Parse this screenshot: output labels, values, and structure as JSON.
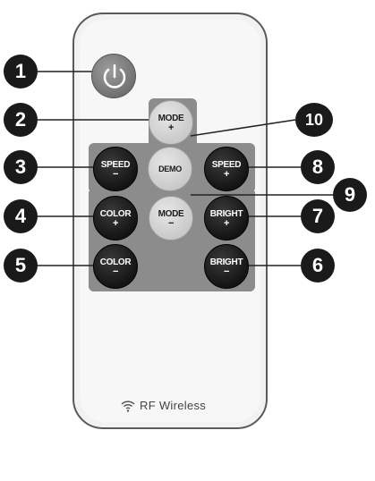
{
  "power_button": {
    "icon": "power-icon"
  },
  "buttons": {
    "mode_plus": {
      "top": "MODE",
      "sub": "+"
    },
    "demo": {
      "label": "DEMO"
    },
    "speed_minus": {
      "top": "SPEED",
      "sub": "−"
    },
    "speed_plus": {
      "top": "SPEED",
      "sub": "+"
    },
    "mode_minus": {
      "top": "MODE",
      "sub": "−"
    },
    "color_plus": {
      "top": "COLOR",
      "sub": "+"
    },
    "color_minus": {
      "top": "COLOR",
      "sub": "−"
    },
    "bright_plus": {
      "top": "BRIGHT",
      "sub": "+"
    },
    "bright_minus": {
      "top": "BRIGHT",
      "sub": "−"
    }
  },
  "callouts": [
    "1",
    "2",
    "3",
    "4",
    "5",
    "6",
    "7",
    "8",
    "9",
    "10"
  ],
  "footer": {
    "icon": "wireless-signal-icon",
    "label": "RF Wireless"
  }
}
